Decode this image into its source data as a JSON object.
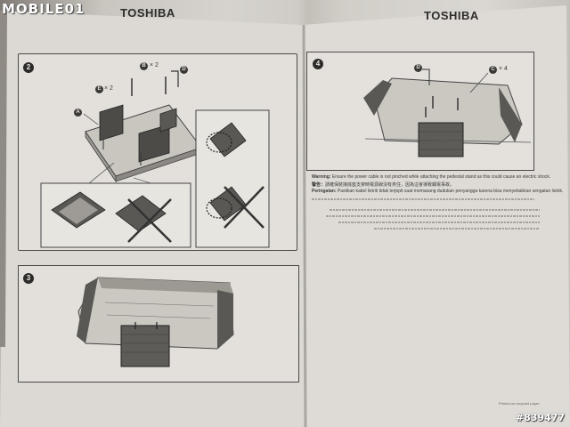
{
  "watermark": {
    "site_logo": "MOBILE01",
    "photo_id": "#839477"
  },
  "manual": {
    "left_brand": "TOSHIBA",
    "right_brand": "TOSHIBA",
    "step2": {
      "number": "2",
      "callouts": {
        "a": "A",
        "b": "B",
        "e": "E",
        "d": "D"
      },
      "quantities": {
        "b": "× 2",
        "e": "× 2"
      }
    },
    "step3": {
      "number": "3"
    },
    "step4": {
      "number": "4",
      "callouts": {
        "d": "D",
        "c": "C"
      },
      "quantities": {
        "c": "× 4"
      }
    },
    "warning": {
      "line1_label": "Warning:",
      "line1_text": " Ensure the power cable is not pinched while attaching the pedestal stand as this could cause an electric shock.",
      "line2_label": "警告：",
      "line2_text": "請確保裝接底座支架時電源線沒有夾住，因為這會導致觸電事故。",
      "line3_label": "Peringatan:",
      "line3_text": " Pastikan kabel listrik tidak terjepit saat memasang dudukan penyangga karena bisa menyebabkan sengatan listrik."
    },
    "footer_note": "Printed on recycled paper."
  }
}
